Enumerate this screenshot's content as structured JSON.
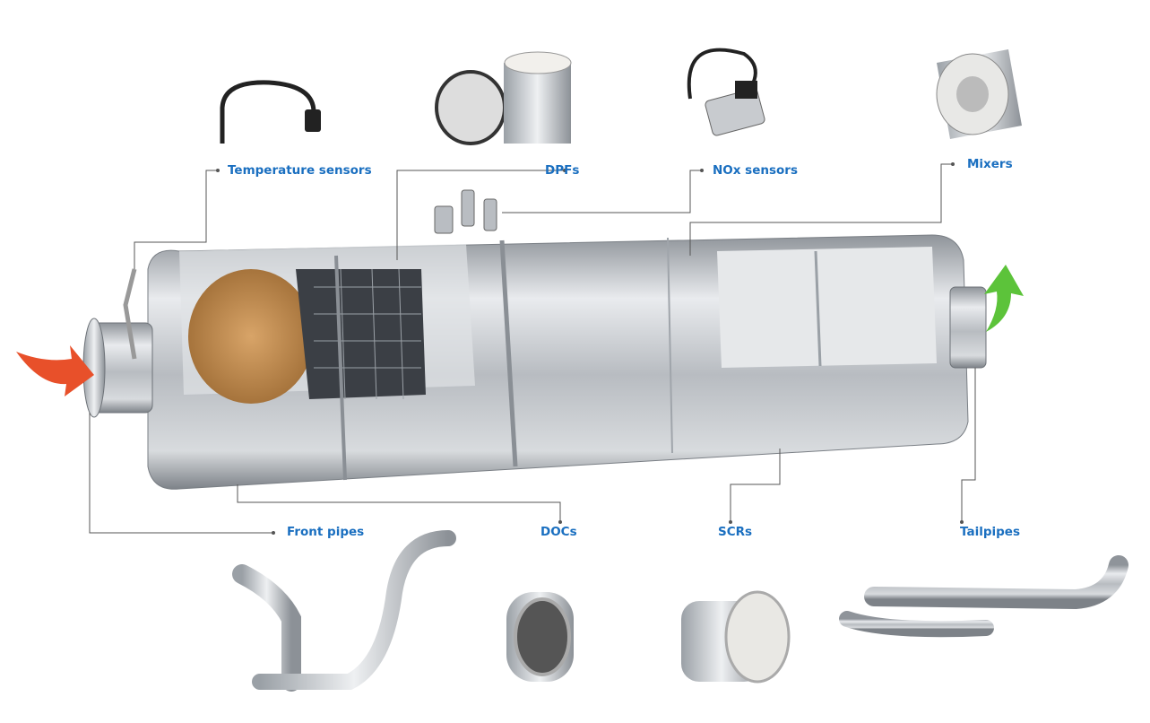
{
  "labels": {
    "temperature_sensors": "Temperature sensors",
    "dpfs": "DPFs",
    "nox_sensors": "NOx sensors",
    "mixers": "Mixers",
    "front_pipes": "Front pipes",
    "docs": "DOCs",
    "scrs": "SCRs",
    "tailpipes": "Tailpipes"
  },
  "colors": {
    "label": "#1a6fc0",
    "leader": "#555555",
    "inlet_arrow": "#e8502a",
    "outlet_arrow": "#5cc33a",
    "metal": "#c9ccd0"
  }
}
